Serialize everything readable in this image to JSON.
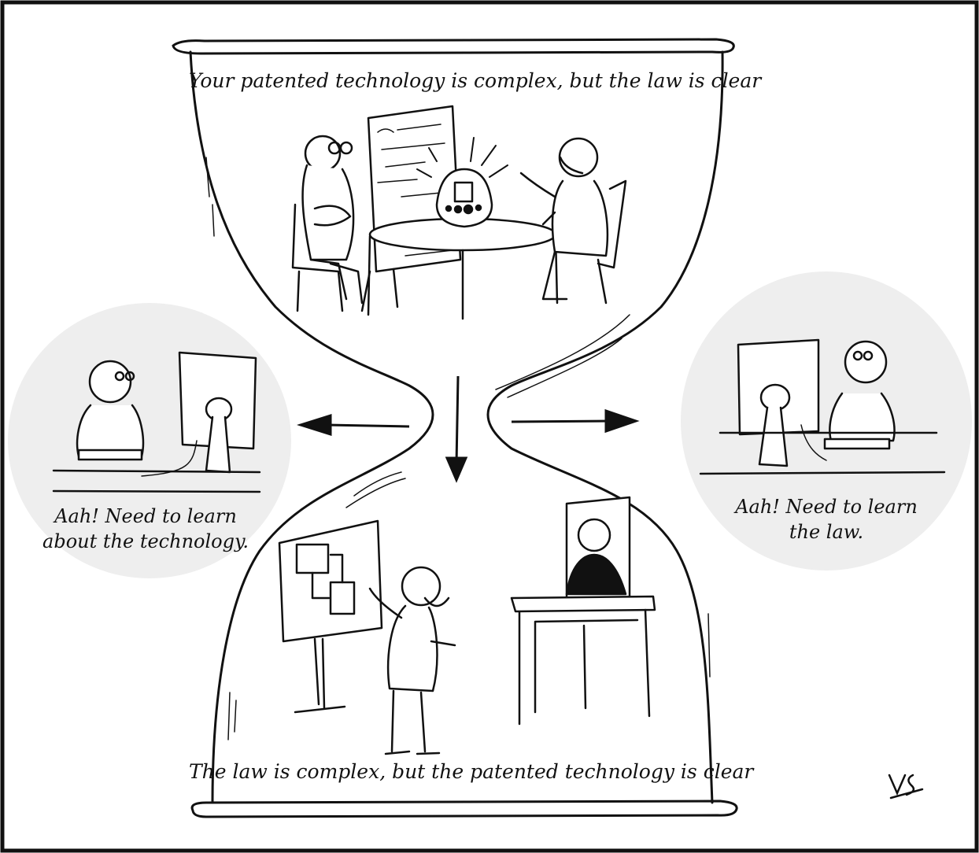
{
  "cartoon": {
    "top_caption": "Your patented technology is complex, but the law is clear",
    "bottom_caption": "The law is complex, but the patented technology is clear",
    "left_thought_line1": "Aah! Need to learn",
    "left_thought_line2": "about the technology.",
    "right_thought_line1": "Aah! Need to learn",
    "right_thought_line2": "the law."
  },
  "colors": {
    "ink": "#111111",
    "bubble": "#eeeeee",
    "paper": "#ffffff"
  }
}
